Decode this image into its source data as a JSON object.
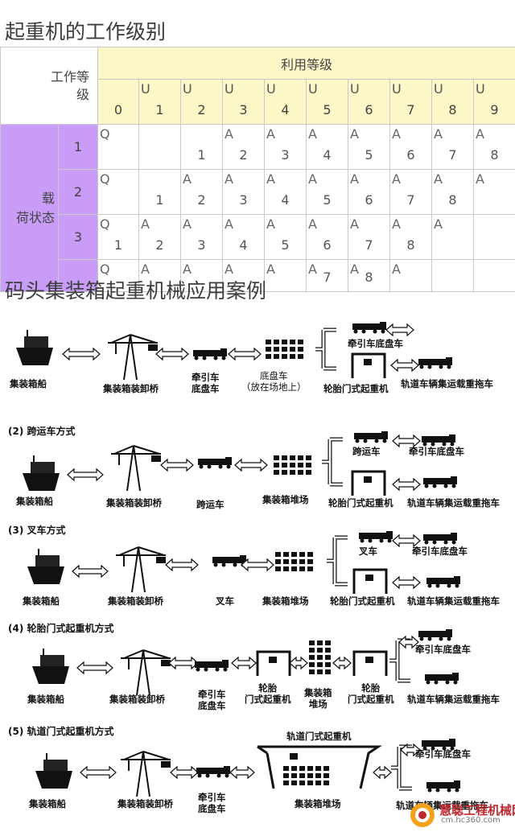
{
  "title1": "起重机的工作级别",
  "title2": "码头集装箱起重机械应用案例",
  "table": {
    "corner": "工作等\n级",
    "util_header": "利用等级",
    "load_header": "载\n荷状态",
    "u_prefix": "U",
    "u_values": [
      "0",
      "1",
      "2",
      "3",
      "4",
      "5",
      "6",
      "7",
      "8",
      "9"
    ],
    "rows": [
      {
        "state": "1",
        "cells": [
          [
            "Q",
            ""
          ],
          [
            "",
            ""
          ],
          [
            "",
            "1"
          ],
          [
            "A",
            "2"
          ],
          [
            "A",
            "3"
          ],
          [
            "A",
            "4"
          ],
          [
            "A",
            "5"
          ],
          [
            "A",
            "6"
          ],
          [
            "A",
            "7"
          ],
          [
            "A",
            "8"
          ]
        ]
      },
      {
        "state": "2",
        "cells": [
          [
            "Q",
            ""
          ],
          [
            "",
            "1"
          ],
          [
            "A",
            "2"
          ],
          [
            "A",
            "3"
          ],
          [
            "A",
            "4"
          ],
          [
            "A",
            "5"
          ],
          [
            "A",
            "6"
          ],
          [
            "A",
            "7"
          ],
          [
            "A",
            "8"
          ],
          [
            "A",
            ""
          ]
        ]
      },
      {
        "state": "3",
        "cells": [
          [
            "Q",
            "1"
          ],
          [
            "A",
            "2"
          ],
          [
            "A",
            "3"
          ],
          [
            "A",
            "4"
          ],
          [
            "A",
            "5"
          ],
          [
            "A",
            "6"
          ],
          [
            "A",
            "7"
          ],
          [
            "A",
            "8"
          ],
          [
            "A",
            ""
          ],
          [
            "",
            ""
          ]
        ]
      },
      {
        "state": "",
        "cells": [
          [
            "Q",
            ""
          ],
          [
            "A",
            ""
          ],
          [
            "A",
            ""
          ],
          [
            "A",
            ""
          ],
          [
            "A",
            ""
          ],
          [
            "A",
            "7"
          ],
          [
            "A",
            "8"
          ],
          [
            "A",
            ""
          ],
          [
            "",
            ""
          ],
          [
            "",
            ""
          ]
        ]
      }
    ]
  },
  "diagram": {
    "s1": {
      "ship": "集装箱船",
      "crane": "集装箱装卸桥",
      "tractor": "牵引车\n底盘车",
      "chassis": "底盘车\n（放在场地上）",
      "rtg": "轮胎门式起重机",
      "top_truck": "牵引车底盘车",
      "rail_truck": "轨道车辆集运载重拖车"
    },
    "s2": {
      "header": "(2) 跨运车方式",
      "ship": "集装箱船",
      "crane": "集装箱装卸桥",
      "straddle": "跨运车",
      "yard": "集装箱堆场",
      "top_straddle": "跨运车",
      "top_truck": "牵引车底盘车",
      "rtg": "轮胎门式起重机",
      "rail_truck": "轨道车辆集运载重拖车"
    },
    "s3": {
      "header": "(3) 叉车方式",
      "ship": "集装箱船",
      "crane": "集装箱装卸桥",
      "fork": "叉车",
      "yard": "集装箱堆场",
      "top_fork": "叉车",
      "top_truck": "牵引车底盘车",
      "rtg": "轮胎门式起重机",
      "rail_truck": "轨道车辆集运载重拖车"
    },
    "s4": {
      "header": "(4) 轮胎门式起重机方式",
      "ship": "集装箱船",
      "crane": "集装箱装卸桥",
      "tractor": "牵引车\n底盘车",
      "rtg1": "轮胎\n门式起重机",
      "yard": "集装箱\n堆场",
      "rtg2": "轮胎\n门式起重机",
      "top_truck": "牵引车底盘车",
      "rail_truck": "轨道车辆集运载重拖车"
    },
    "s5": {
      "header": "(5) 轨道门式起重机方式",
      "ship": "集装箱船",
      "crane": "集装箱装卸桥",
      "tractor": "牵引车\n底盘车",
      "rmg": "轨道门式起重机",
      "yard": "集装箱堆场",
      "top_truck": "牵引车底盘车",
      "rail_truck": "轨道车辆集运载重拖车"
    }
  },
  "watermark": {
    "name": "慧聪工程机械网",
    "url": "cm.hc360.com"
  }
}
